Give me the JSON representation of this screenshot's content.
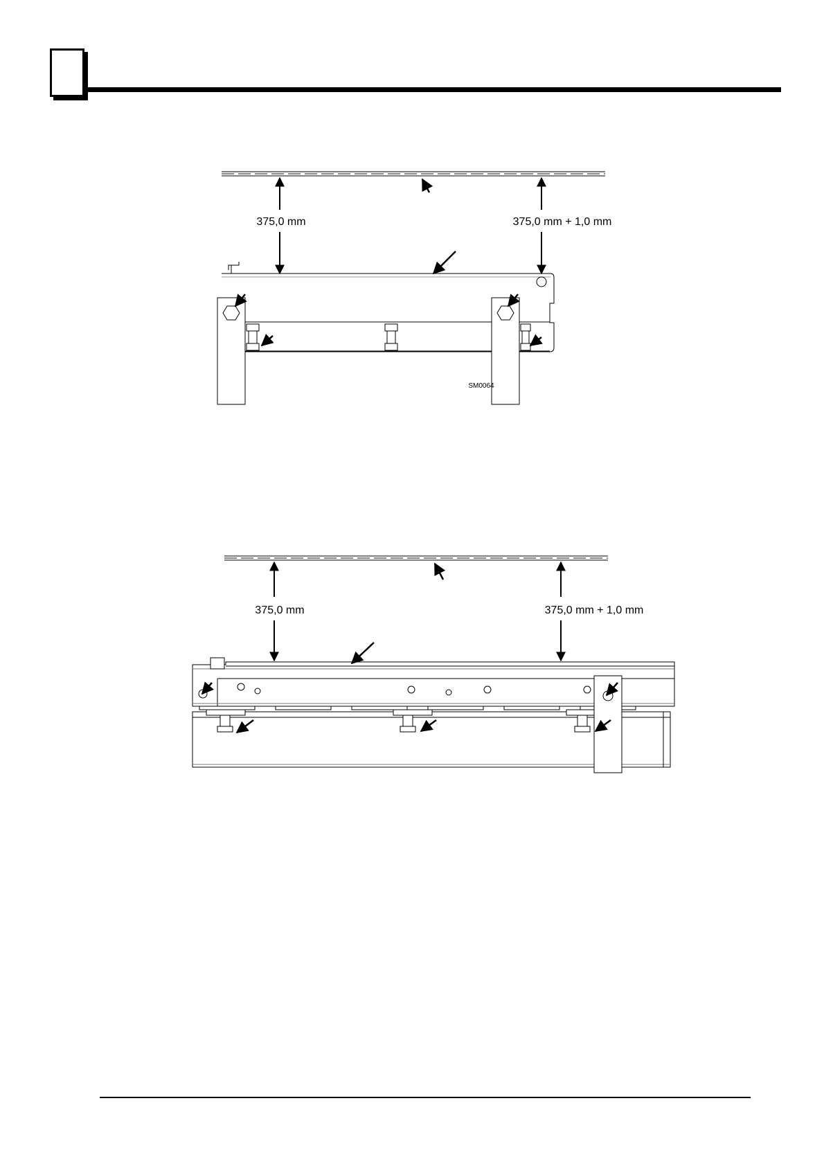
{
  "figure1": {
    "left_dimension": "375,0 mm",
    "right_dimension": "375,0 mm + 1,0 mm",
    "drawing_code": "SM0064"
  },
  "figure2": {
    "left_dimension": "375,0 mm",
    "right_dimension": "375,0 mm + 1,0 mm"
  }
}
